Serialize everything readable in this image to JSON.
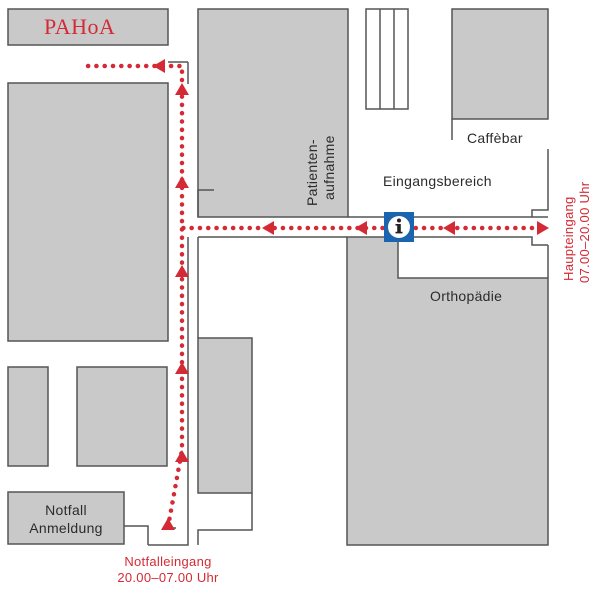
{
  "brand": {
    "label": "PAHoA",
    "color": "#d42a35"
  },
  "labels": {
    "patient_admission_line1": "Patienten-",
    "patient_admission_line2": "aufnahme",
    "cafe": "Caffèbar",
    "entrance_area": "Eingangsbereich",
    "orthopedics": "Orthopädie",
    "emergency_registration_line1": "Notfall",
    "emergency_registration_line2": "Anmeldung"
  },
  "entrances": {
    "main": {
      "name": "Haupteingang",
      "hours": "07.00–20.00 Uhr"
    },
    "emergency": {
      "name": "Notfalleingang",
      "hours": "20.00–07.00 Uhr"
    }
  },
  "info_point": {
    "icon": "info-icon"
  },
  "colors": {
    "route": "#d42a35",
    "building": "#c9c9c9",
    "outline": "#555555",
    "info_blue": "#1b64b0"
  }
}
